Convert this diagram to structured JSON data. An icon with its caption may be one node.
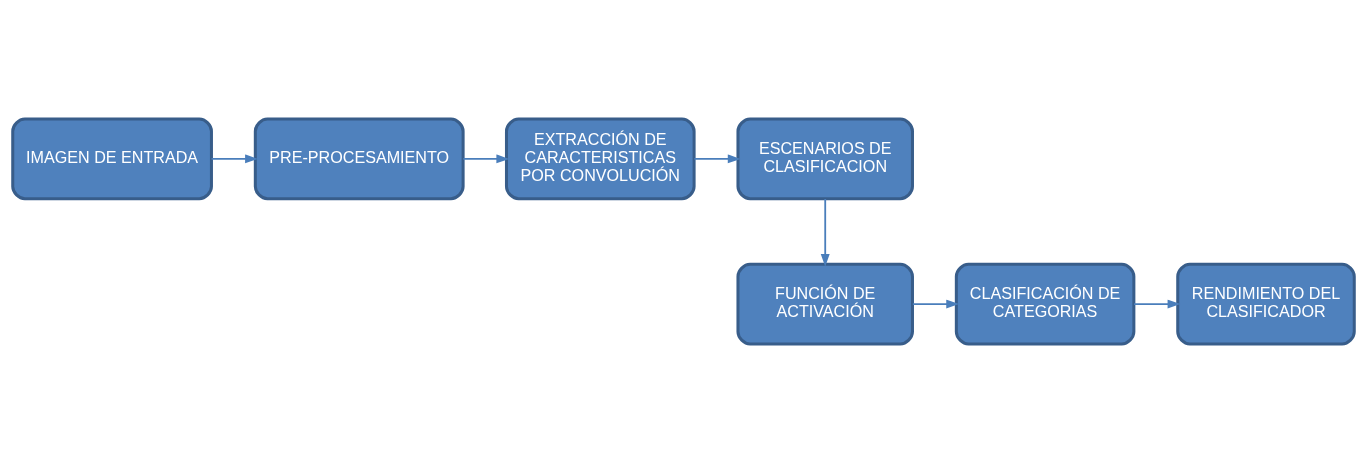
{
  "diagram": {
    "nodes": [
      {
        "text": [
          "IMAGEN DE ENTRADA"
        ]
      },
      {
        "text": [
          "PRE-PROCESAMIENTO"
        ]
      },
      {
        "text": [
          "EXTRACCIÓN DE CARACTERISTICAS POR CONVOLUCIÓN"
        ]
      },
      {
        "text": [
          "ESCENARIOS DE CLASIFICACION"
        ]
      },
      {
        "text": [
          "FUNCIÓN DE ACTIVACIÓN"
        ]
      },
      {
        "text": [
          "CLASIFICACIÓN DE CATEGORIAS"
        ]
      },
      {
        "text": [
          "RENDIMIENTO DEL CLASIFICADOR"
        ]
      }
    ],
    "edges": [
      {
        "from": 0,
        "to": 1,
        "arrow": "to"
      },
      {
        "from": 1,
        "to": 2,
        "arrow": "to"
      },
      {
        "from": 2,
        "to": 3,
        "arrow": "to"
      },
      {
        "from": 3,
        "to": 4,
        "arrow": "to"
      },
      {
        "from": 4,
        "to": 5,
        "arrow": "to"
      },
      {
        "from": 5,
        "to": 6,
        "arrow": "to"
      }
    ]
  }
}
